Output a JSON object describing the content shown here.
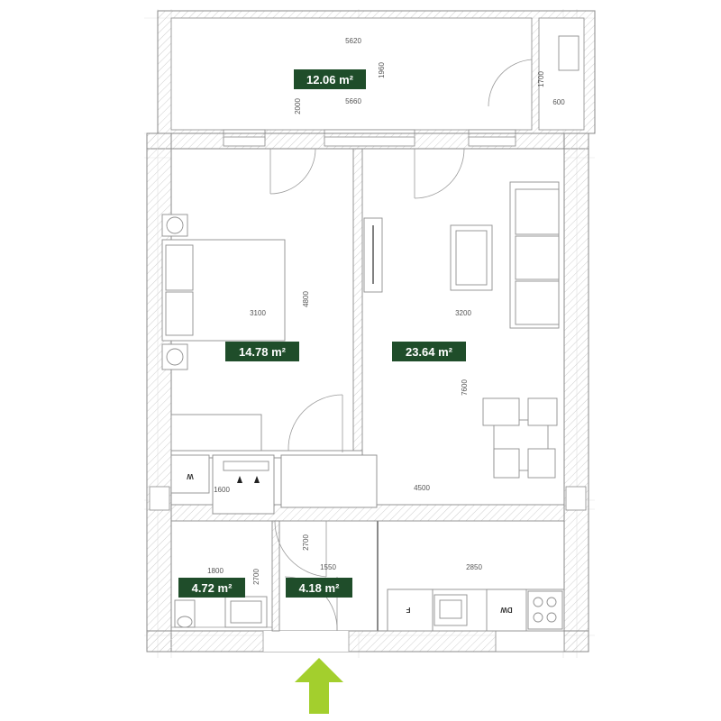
{
  "colors": {
    "area_badge": "#1f4d2a",
    "area_text": "#ffffff",
    "entrance_arrow": "#a3cf2d",
    "wall_outline": "#8a8a8a"
  },
  "rooms": {
    "terrace": {
      "area": "12.06 m²",
      "dims": {
        "width_top": "5620",
        "width_inner": "5660",
        "depth": "1960",
        "depth_left": "2000",
        "door_depth": "1700",
        "door_width": "600"
      }
    },
    "bedroom": {
      "area": "14.78 m²",
      "dims": {
        "width": "3100",
        "depth": "4800"
      }
    },
    "living": {
      "area": "23.64 m²",
      "dims": {
        "width": "3200",
        "depth": "7600",
        "width_total": "4500"
      }
    },
    "bathroom": {
      "area": "4.72 m²",
      "dims": {
        "width": "1800",
        "depth": "2700"
      }
    },
    "hall": {
      "area": "4.18 m²",
      "dims": {
        "width": "1550",
        "depth": "2700"
      }
    },
    "kitchen": {
      "dims": {
        "width": "2850"
      }
    },
    "wardrobe": {
      "dims": {
        "width": "1600"
      }
    }
  },
  "appliances": {
    "washer": "W",
    "fridge": "F",
    "dishwasher": "DW"
  },
  "icons": {
    "entrance": "entrance-arrow-icon"
  }
}
